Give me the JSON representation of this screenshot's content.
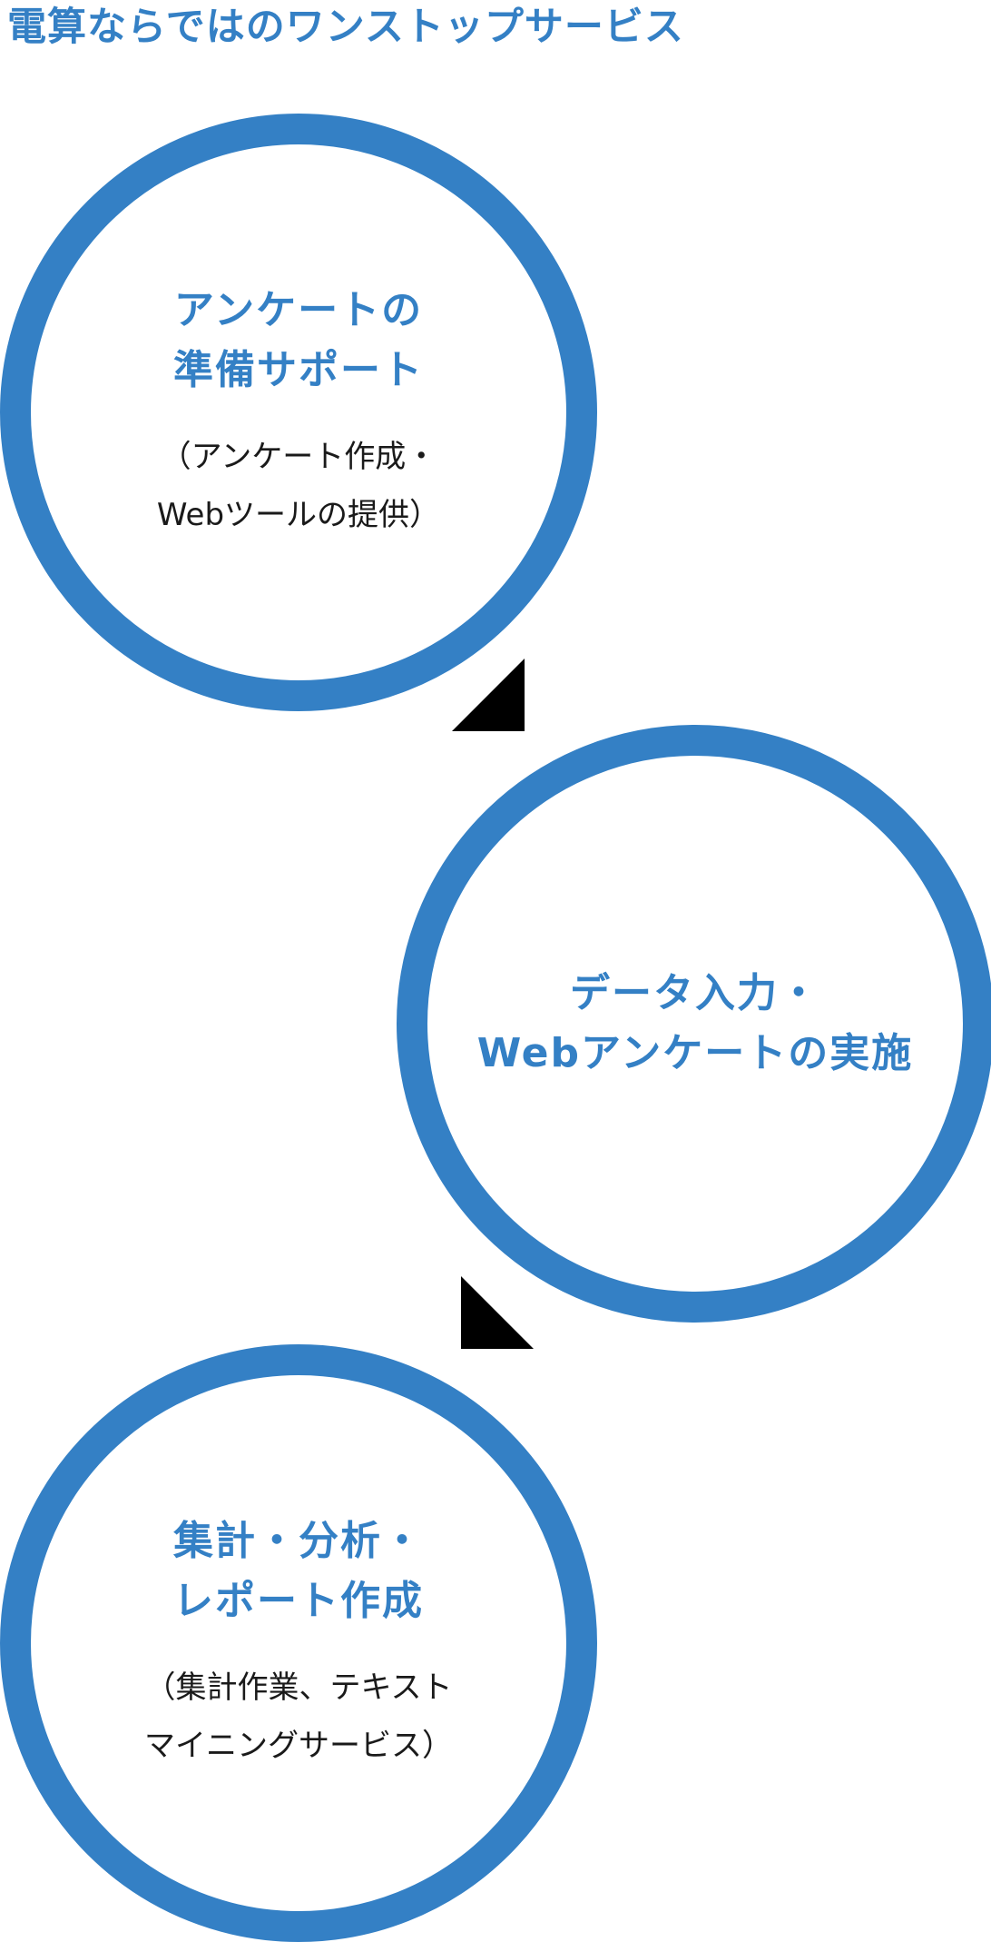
{
  "title": "電算ならではのワンストップサービス",
  "colors": {
    "accent": "#3480c5",
    "arrow": "#000000",
    "text": "#1a1a1a"
  },
  "steps": [
    {
      "heading_lines": [
        "アンケートの",
        "準備サポート"
      ],
      "detail_lines": [
        "（アンケート作成・",
        "Webツールの提供）"
      ]
    },
    {
      "heading_lines": [
        "データ入力・",
        "Webアンケートの実施"
      ],
      "detail_lines": []
    },
    {
      "heading_lines": [
        "集計・分析・",
        "レポート作成"
      ],
      "detail_lines": [
        "（集計作業、テキスト",
        "マイニングサービス）"
      ]
    }
  ],
  "arrows": [
    "arrow-triangle-icon",
    "arrow-triangle-icon"
  ]
}
